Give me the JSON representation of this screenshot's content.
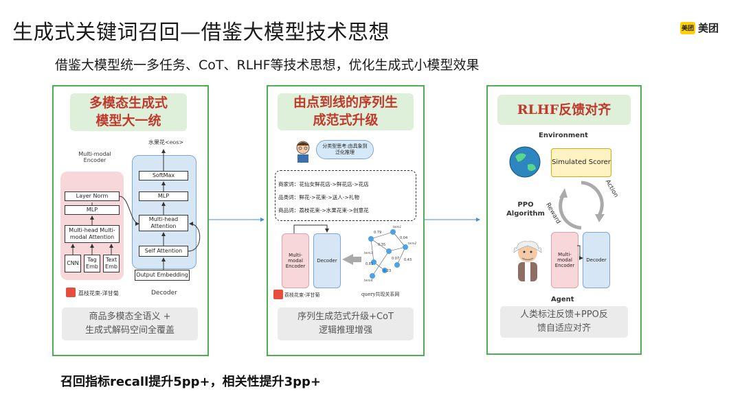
{
  "header": {
    "title": "生成式关键词召回—借鉴大模型技术思想",
    "subtitle": "借鉴大模型统一多任务、CoT、RLHF等技术思想，优化生成式小模型效果",
    "logo_badge": "美团",
    "logo_text": "美团"
  },
  "panels": [
    {
      "title_line1": "多模态生成式",
      "title_line2": "模型大一统",
      "encoder_label_1": "Multi-modal",
      "encoder_label_2": "Encoder",
      "layer_norm": "Layer Norm",
      "mlp": "MLP",
      "mha": "Multi-head Multi-modal Attention",
      "cnn": "CNN",
      "tag_emb": "Tag Emb",
      "text_emb": "Text Emb",
      "decoder_output": "水果花<eos>",
      "softmax": "SoftMax",
      "dec_mlp": "MLP",
      "mh_attention": "Multi-head Attention",
      "self_attention": "Self Attention",
      "output_embedding": "Output Embedding",
      "decoder_label": "Decoder",
      "example_item": "荔枝花束-洋甘菊",
      "bottom_line1": "商品多模态全语义 +",
      "bottom_line2": "生成式解码空间全覆盖"
    },
    {
      "title_line1": "由点到线的序列生",
      "title_line2": "成范式升级",
      "thought_bubble": "分类型思考:由具象到泛化推理",
      "seq_line1": "商家词：花仙女鲜花店->鲜花店->花店",
      "seq_line2": "品类词：鲜花->花束->送人->礼物",
      "seq_line3": "商品词：荔枝花束->水果花束->创意花",
      "encoder": "Multi-modal Encoder",
      "decoder": "Decoder",
      "example_item": "荔枝花束-洋甘菊",
      "graph_label": "query共现关系网",
      "graph_weights": [
        "0.79",
        "0.35",
        "0.04",
        "0.07",
        "0.43",
        "0.81",
        "0.23"
      ],
      "graph_nodes": [
        "term1",
        "term2",
        "term3",
        "term4"
      ],
      "bottom_line1": "序列生成范式升级+CoT",
      "bottom_line2": "逻辑推理增强"
    },
    {
      "title": "RLHF反馈对齐",
      "environment": "Environment",
      "simulated_scorer": "Simulated Scorer",
      "action": "Action",
      "reward": "Reward",
      "ppo": "PPO Algorithm",
      "encoder": "Multi-modal Encoder",
      "decoder": "Decoder",
      "agent": "Agent",
      "bottom_line1": "人类标注反馈+PPO反",
      "bottom_line2": "馈自适应对齐"
    }
  ],
  "footer": {
    "note": "召回指标recall提升5pp+，相关性提升3pp+"
  },
  "colors": {
    "panel_border": "#4caf50",
    "title_bg": "#dff0da",
    "title_text": "#c0392b",
    "encoder_bg": "#f8d7da",
    "decoder_bg": "#d6e6f5",
    "scorer_bg": "#fff3c4"
  }
}
